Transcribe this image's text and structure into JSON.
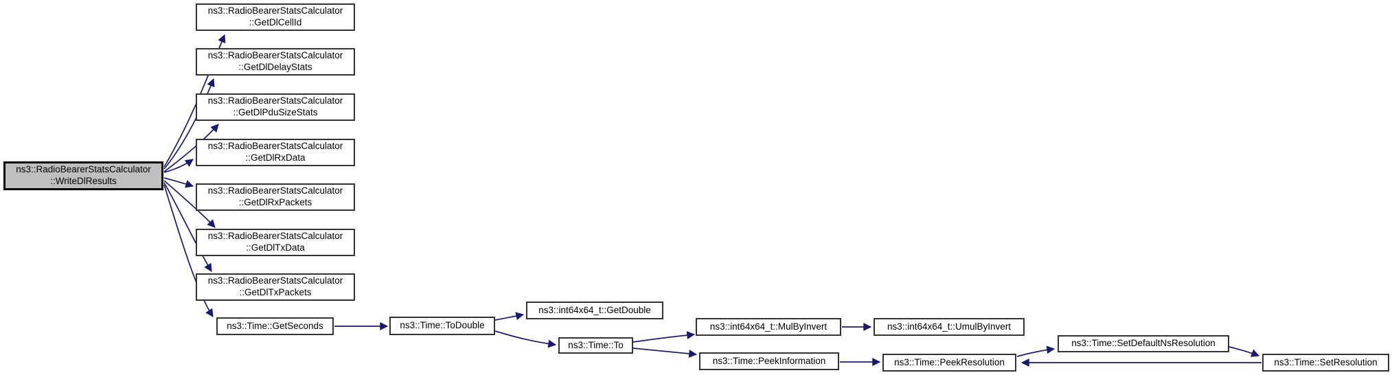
{
  "diagram": {
    "type": "doxygen-call-graph",
    "colors": {
      "edge": "#191970",
      "node_border": "#333333",
      "root_fill": "#bfbfbf",
      "node_fill": "#ffffff",
      "background": "#ffffff",
      "text": "#000000"
    },
    "nodes": {
      "write_dl_results": {
        "line1": "ns3::RadioBearerStatsCalculator",
        "line2": "::WriteDlResults"
      },
      "get_dl_cell_id": {
        "line1": "ns3::RadioBearerStatsCalculator",
        "line2": "::GetDlCellId"
      },
      "get_dl_delay_stats": {
        "line1": "ns3::RadioBearerStatsCalculator",
        "line2": "::GetDlDelayStats"
      },
      "get_dl_pdu_size_stats": {
        "line1": "ns3::RadioBearerStatsCalculator",
        "line2": "::GetDlPduSizeStats"
      },
      "get_dl_rx_data": {
        "line1": "ns3::RadioBearerStatsCalculator",
        "line2": "::GetDlRxData"
      },
      "get_dl_rx_packets": {
        "line1": "ns3::RadioBearerStatsCalculator",
        "line2": "::GetDlRxPackets"
      },
      "get_dl_tx_data": {
        "line1": "ns3::RadioBearerStatsCalculator",
        "line2": "::GetDlTxData"
      },
      "get_dl_tx_packets": {
        "line1": "ns3::RadioBearerStatsCalculator",
        "line2": "::GetDlTxPackets"
      },
      "get_seconds": {
        "line1": "ns3::Time::GetSeconds"
      },
      "to_double": {
        "line1": "ns3::Time::ToDouble"
      },
      "get_double": {
        "line1": "ns3::int64x64_t::GetDouble"
      },
      "time_to": {
        "line1": "ns3::Time::To"
      },
      "mul_by_invert": {
        "line1": "ns3::int64x64_t::MulByInvert"
      },
      "peek_information": {
        "line1": "ns3::Time::PeekInformation"
      },
      "umul_by_invert": {
        "line1": "ns3::int64x64_t::UmulByInvert"
      },
      "peek_resolution": {
        "line1": "ns3::Time::PeekResolution"
      },
      "set_default_ns_resolution": {
        "line1": "ns3::Time::SetDefaultNsResolution"
      },
      "set_resolution": {
        "line1": "ns3::Time::SetResolution"
      }
    },
    "edges": [
      {
        "from": "write_dl_results",
        "to": "get_dl_cell_id"
      },
      {
        "from": "write_dl_results",
        "to": "get_dl_delay_stats"
      },
      {
        "from": "write_dl_results",
        "to": "get_dl_pdu_size_stats"
      },
      {
        "from": "write_dl_results",
        "to": "get_dl_rx_data"
      },
      {
        "from": "write_dl_results",
        "to": "get_dl_rx_packets"
      },
      {
        "from": "write_dl_results",
        "to": "get_dl_tx_data"
      },
      {
        "from": "write_dl_results",
        "to": "get_dl_tx_packets"
      },
      {
        "from": "write_dl_results",
        "to": "get_seconds"
      },
      {
        "from": "get_seconds",
        "to": "to_double"
      },
      {
        "from": "to_double",
        "to": "get_double"
      },
      {
        "from": "to_double",
        "to": "time_to"
      },
      {
        "from": "time_to",
        "to": "mul_by_invert"
      },
      {
        "from": "time_to",
        "to": "peek_information"
      },
      {
        "from": "mul_by_invert",
        "to": "umul_by_invert"
      },
      {
        "from": "peek_information",
        "to": "peek_resolution"
      },
      {
        "from": "peek_resolution",
        "to": "set_default_ns_resolution"
      },
      {
        "from": "set_default_ns_resolution",
        "to": "set_resolution"
      },
      {
        "from": "set_resolution",
        "to": "peek_resolution"
      }
    ]
  }
}
